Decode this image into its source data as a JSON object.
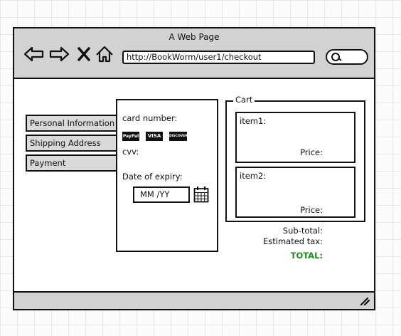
{
  "window": {
    "title": "A Web Page",
    "url": "http://BookWorm/user1/checkout"
  },
  "nav": {
    "back_icon": "arrow-left-icon",
    "forward_icon": "arrow-right-icon",
    "stop_icon": "close-icon",
    "home_icon": "home-icon",
    "search_icon": "search-icon"
  },
  "sidebar": {
    "items": [
      {
        "label": "Personal Information"
      },
      {
        "label": "Shipping Address"
      },
      {
        "label": "Payment"
      }
    ]
  },
  "payment": {
    "card_number_label": "card number:",
    "card_logos": [
      "PayPal",
      "VISA",
      "DISCOVER"
    ],
    "cvv_label": "cvv:",
    "expiry_label": "Date of expiry:",
    "expiry_placeholder": "MM /YY",
    "calendar_icon": "calendar-icon"
  },
  "cart": {
    "title": "Cart",
    "items": [
      {
        "name": "item1:",
        "price_label": "Price:"
      },
      {
        "name": "item2:",
        "price_label": "Price:"
      }
    ]
  },
  "summary": {
    "subtotal_label": "Sub-total:",
    "tax_label": "Estimated tax:",
    "total_label": "TOTAL:",
    "total_color": "#1a8f1a"
  },
  "statusbar": {
    "resize_icon": "resize-grip-icon"
  }
}
